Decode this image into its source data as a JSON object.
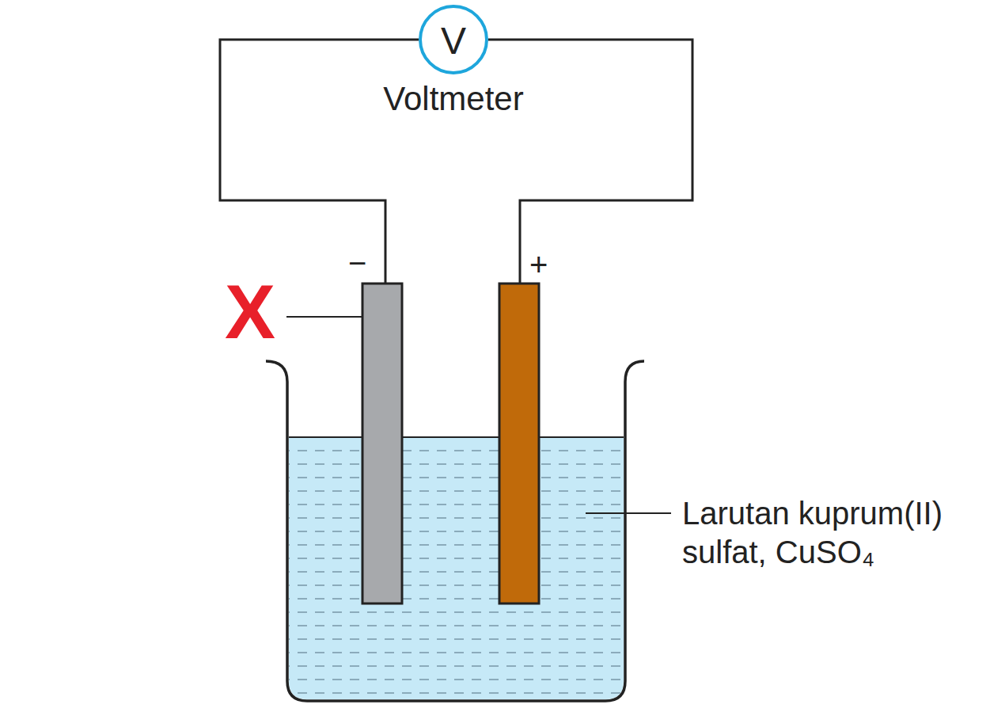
{
  "diagram": {
    "nodes": [
      {
        "text": [
          "V",
          "Voltmeter"
        ]
      }
    ],
    "labels": [
      "−",
      "+",
      "X",
      "Larutan kuprum(II) sulfat, CuSO₄"
    ]
  }
}
